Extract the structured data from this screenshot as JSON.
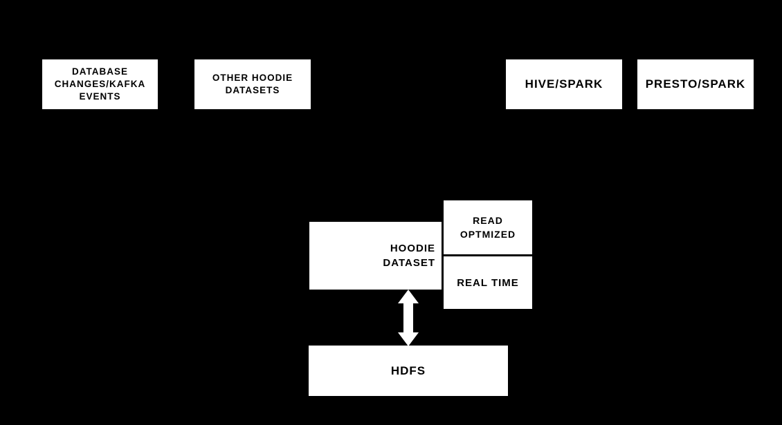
{
  "diagram": {
    "background_color": "#000000",
    "node_fill_color": "#ffffff",
    "node_text_color": "#000000",
    "arrow_color": "#ffffff",
    "nodes": {
      "database_changes_kafka_events": {
        "label": "DATABASE\nCHANGES/KAFKA\nEVENTS"
      },
      "other_hoodie_datasets": {
        "label": "OTHER HOODIE\nDATASETS"
      },
      "hive_spark": {
        "label": "HIVE/SPARK"
      },
      "presto_spark": {
        "label": "PRESTO/SPARK"
      },
      "hoodie_dataset": {
        "label": "HOODIE\nDATASET"
      },
      "read_optmized": {
        "label": "READ\nOPTMIZED"
      },
      "real_time": {
        "label": "REAL TIME"
      },
      "hdfs": {
        "label": "HDFS"
      }
    },
    "connections": [
      {
        "from": "hoodie_dataset",
        "to": "hdfs",
        "type": "bidirectional-arrow"
      }
    ]
  }
}
